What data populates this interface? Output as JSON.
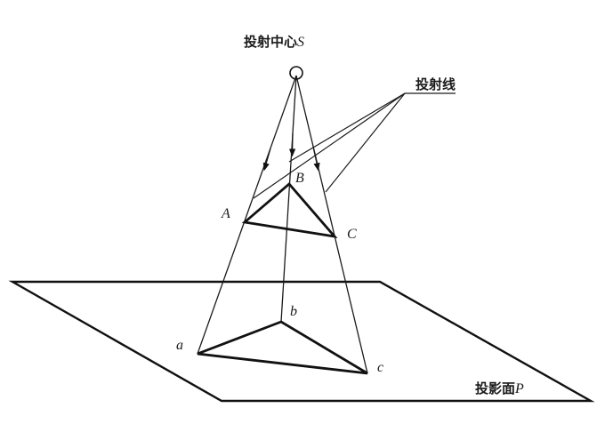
{
  "labels": {
    "center": "投射中心",
    "center_symbol": "S",
    "rays": "投射线",
    "plane": "投影面",
    "plane_symbol": "P",
    "A": "A",
    "B": "B",
    "C": "C",
    "a": "a",
    "b": "b",
    "c": "c"
  },
  "colors": {
    "stroke": "#111111",
    "background": "#ffffff"
  }
}
